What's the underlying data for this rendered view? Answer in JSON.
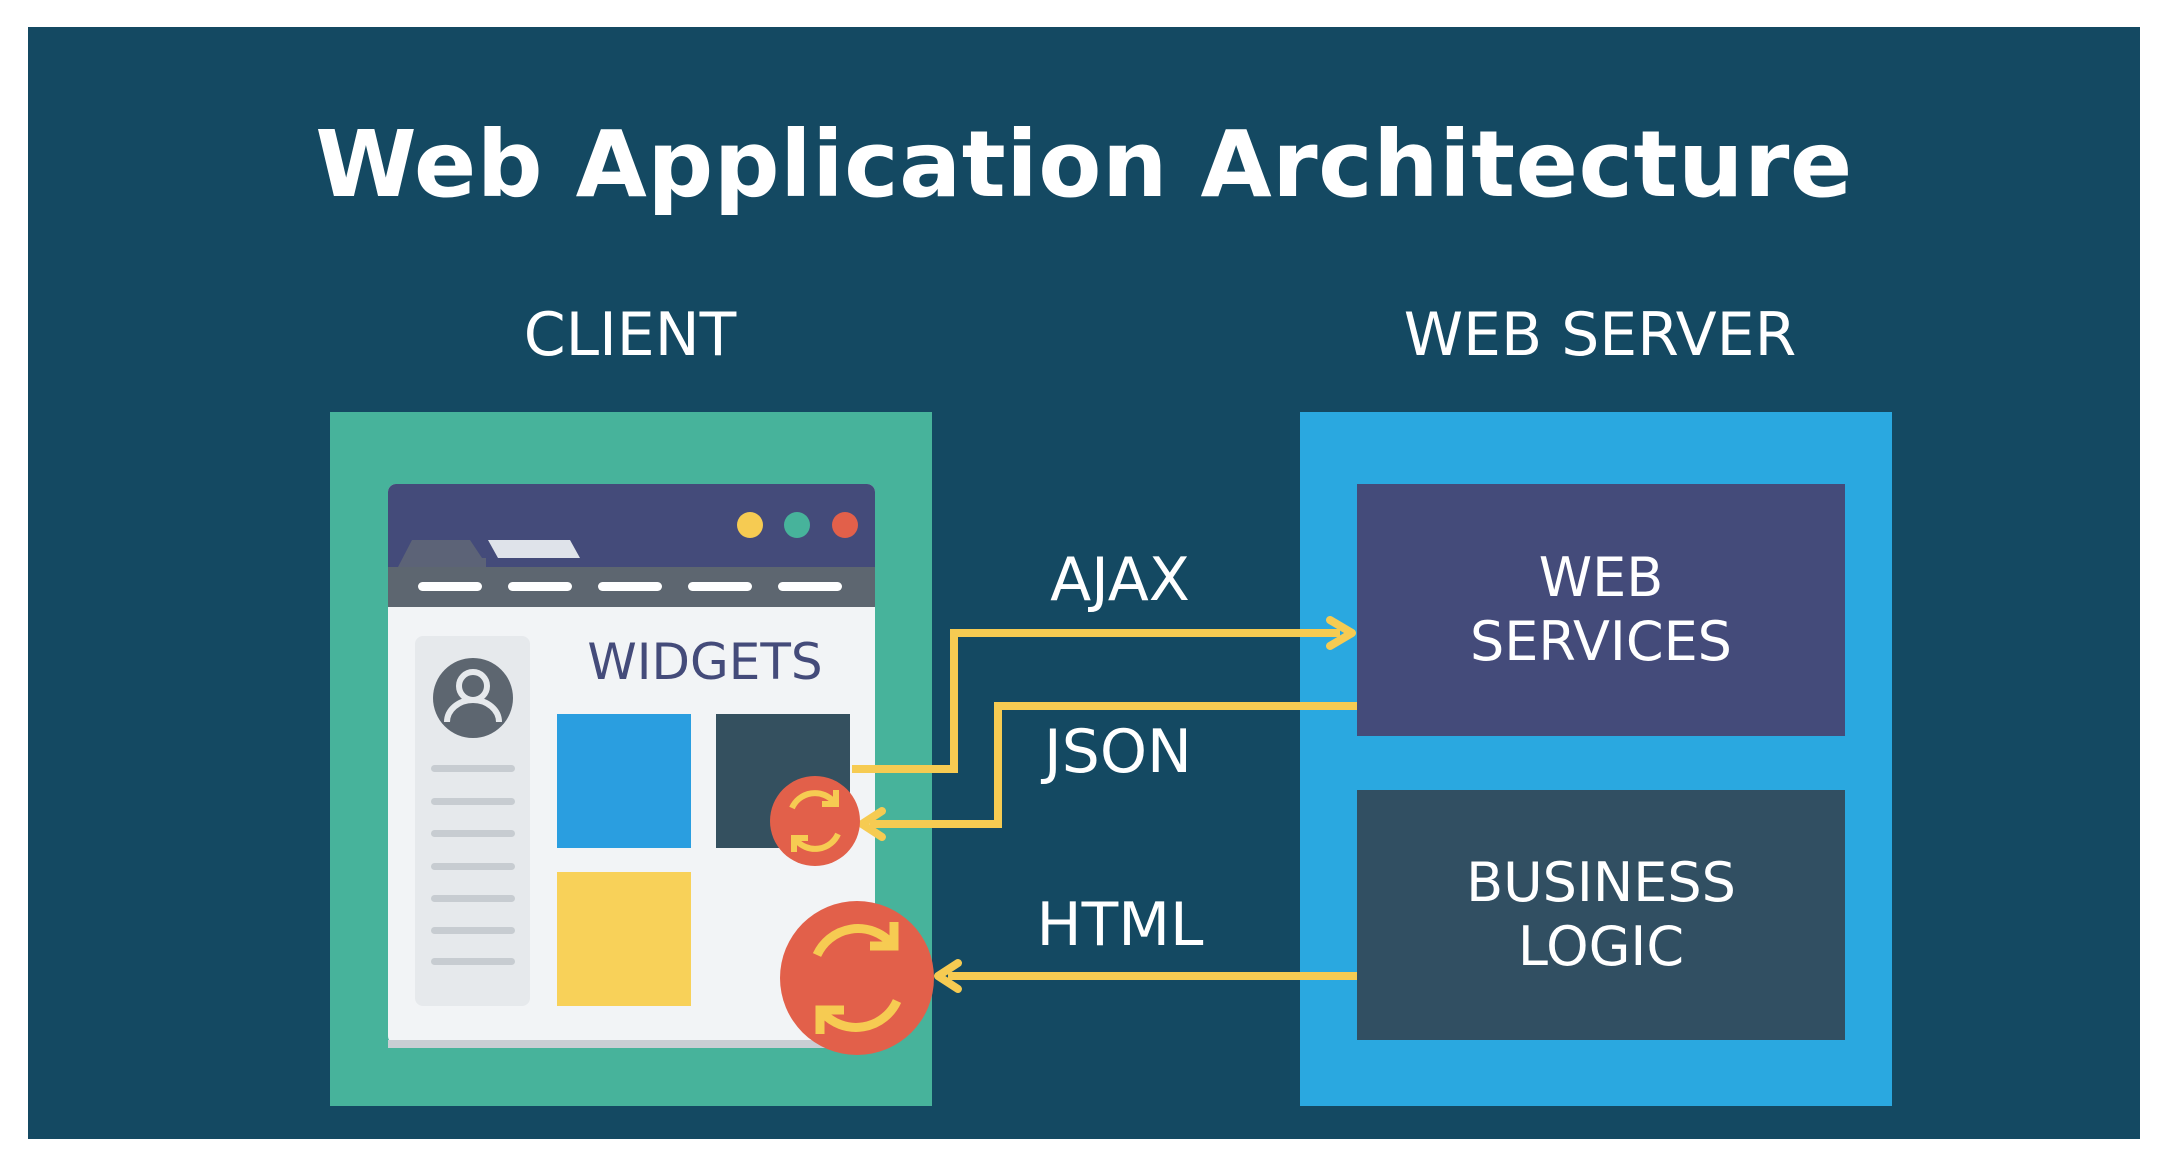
{
  "title": "Web Application Architecture",
  "client": {
    "label": "CLIENT",
    "widgets_label": "WIDGETS"
  },
  "server": {
    "label": "WEB SERVER",
    "web_services_label": "WEB\nSERVICES",
    "business_logic_label": "BUSINESS\nLOGIC"
  },
  "flows": {
    "ajax": "AJAX",
    "json": "JSON",
    "html": "HTML"
  },
  "colors": {
    "background": "#144962",
    "client_box": "#47b39b",
    "server_box": "#2aa8e0",
    "web_services": "#444b7a",
    "business_logic": "#314f62",
    "arrow": "#f6cb52",
    "refresh": "#e2604a",
    "widget_blue": "#2a9ee0",
    "widget_dark": "#34505f",
    "widget_yellow": "#f8d159",
    "browser_header": "#444b7a"
  },
  "icons": {
    "user": "user-avatar-icon",
    "refresh": "refresh-icon",
    "window_dots": "window-control-dots-icon"
  }
}
